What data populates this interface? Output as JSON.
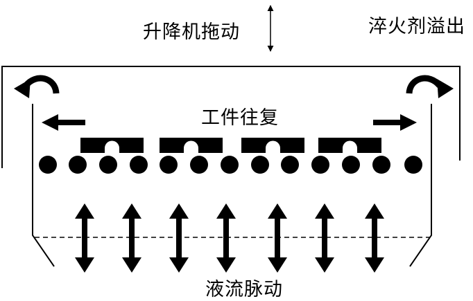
{
  "labels": {
    "lift_drag": "升降机拖动",
    "quench_overflow": "淬火剂溢出",
    "workpiece_reciprocate": "工件往复",
    "fluid_pulse": "液流脉动"
  },
  "colors": {
    "ink": "#000000",
    "background": "#ffffff"
  }
}
